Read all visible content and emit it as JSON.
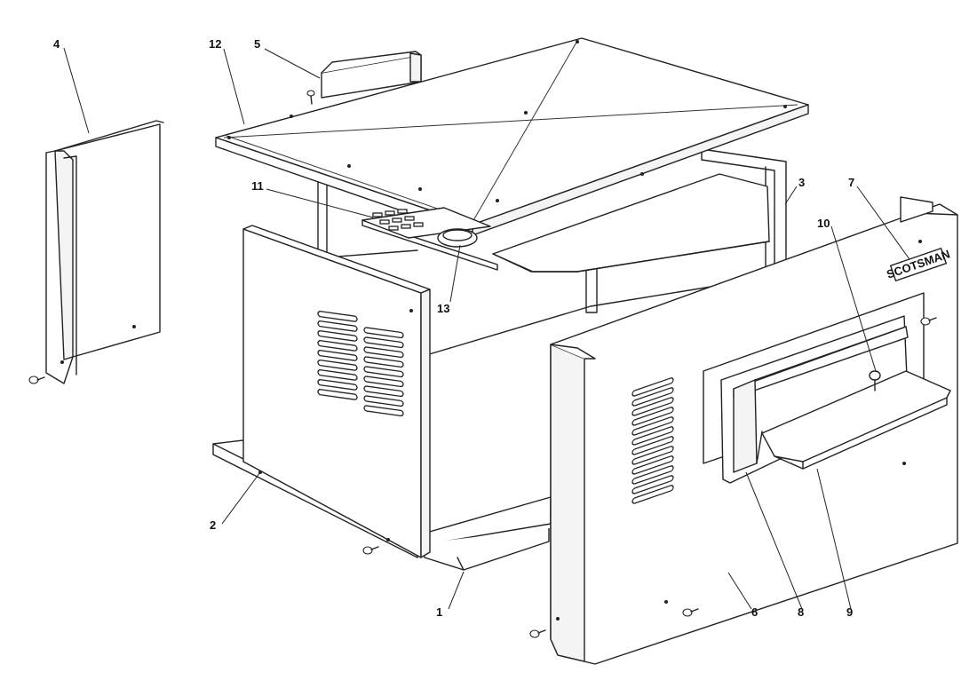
{
  "diagram": {
    "brand_logo_text": "SCOTSMAN",
    "callouts": [
      {
        "id": "c1",
        "label": "1"
      },
      {
        "id": "c2",
        "label": "2"
      },
      {
        "id": "c3",
        "label": "3"
      },
      {
        "id": "c4",
        "label": "4"
      },
      {
        "id": "c5",
        "label": "5"
      },
      {
        "id": "c6",
        "label": "6"
      },
      {
        "id": "c7",
        "label": "7"
      },
      {
        "id": "c8",
        "label": "8"
      },
      {
        "id": "c9",
        "label": "9"
      },
      {
        "id": "c10",
        "label": "10"
      },
      {
        "id": "c11",
        "label": "11"
      },
      {
        "id": "c12",
        "label": "12"
      },
      {
        "id": "c13",
        "label": "13"
      }
    ]
  }
}
